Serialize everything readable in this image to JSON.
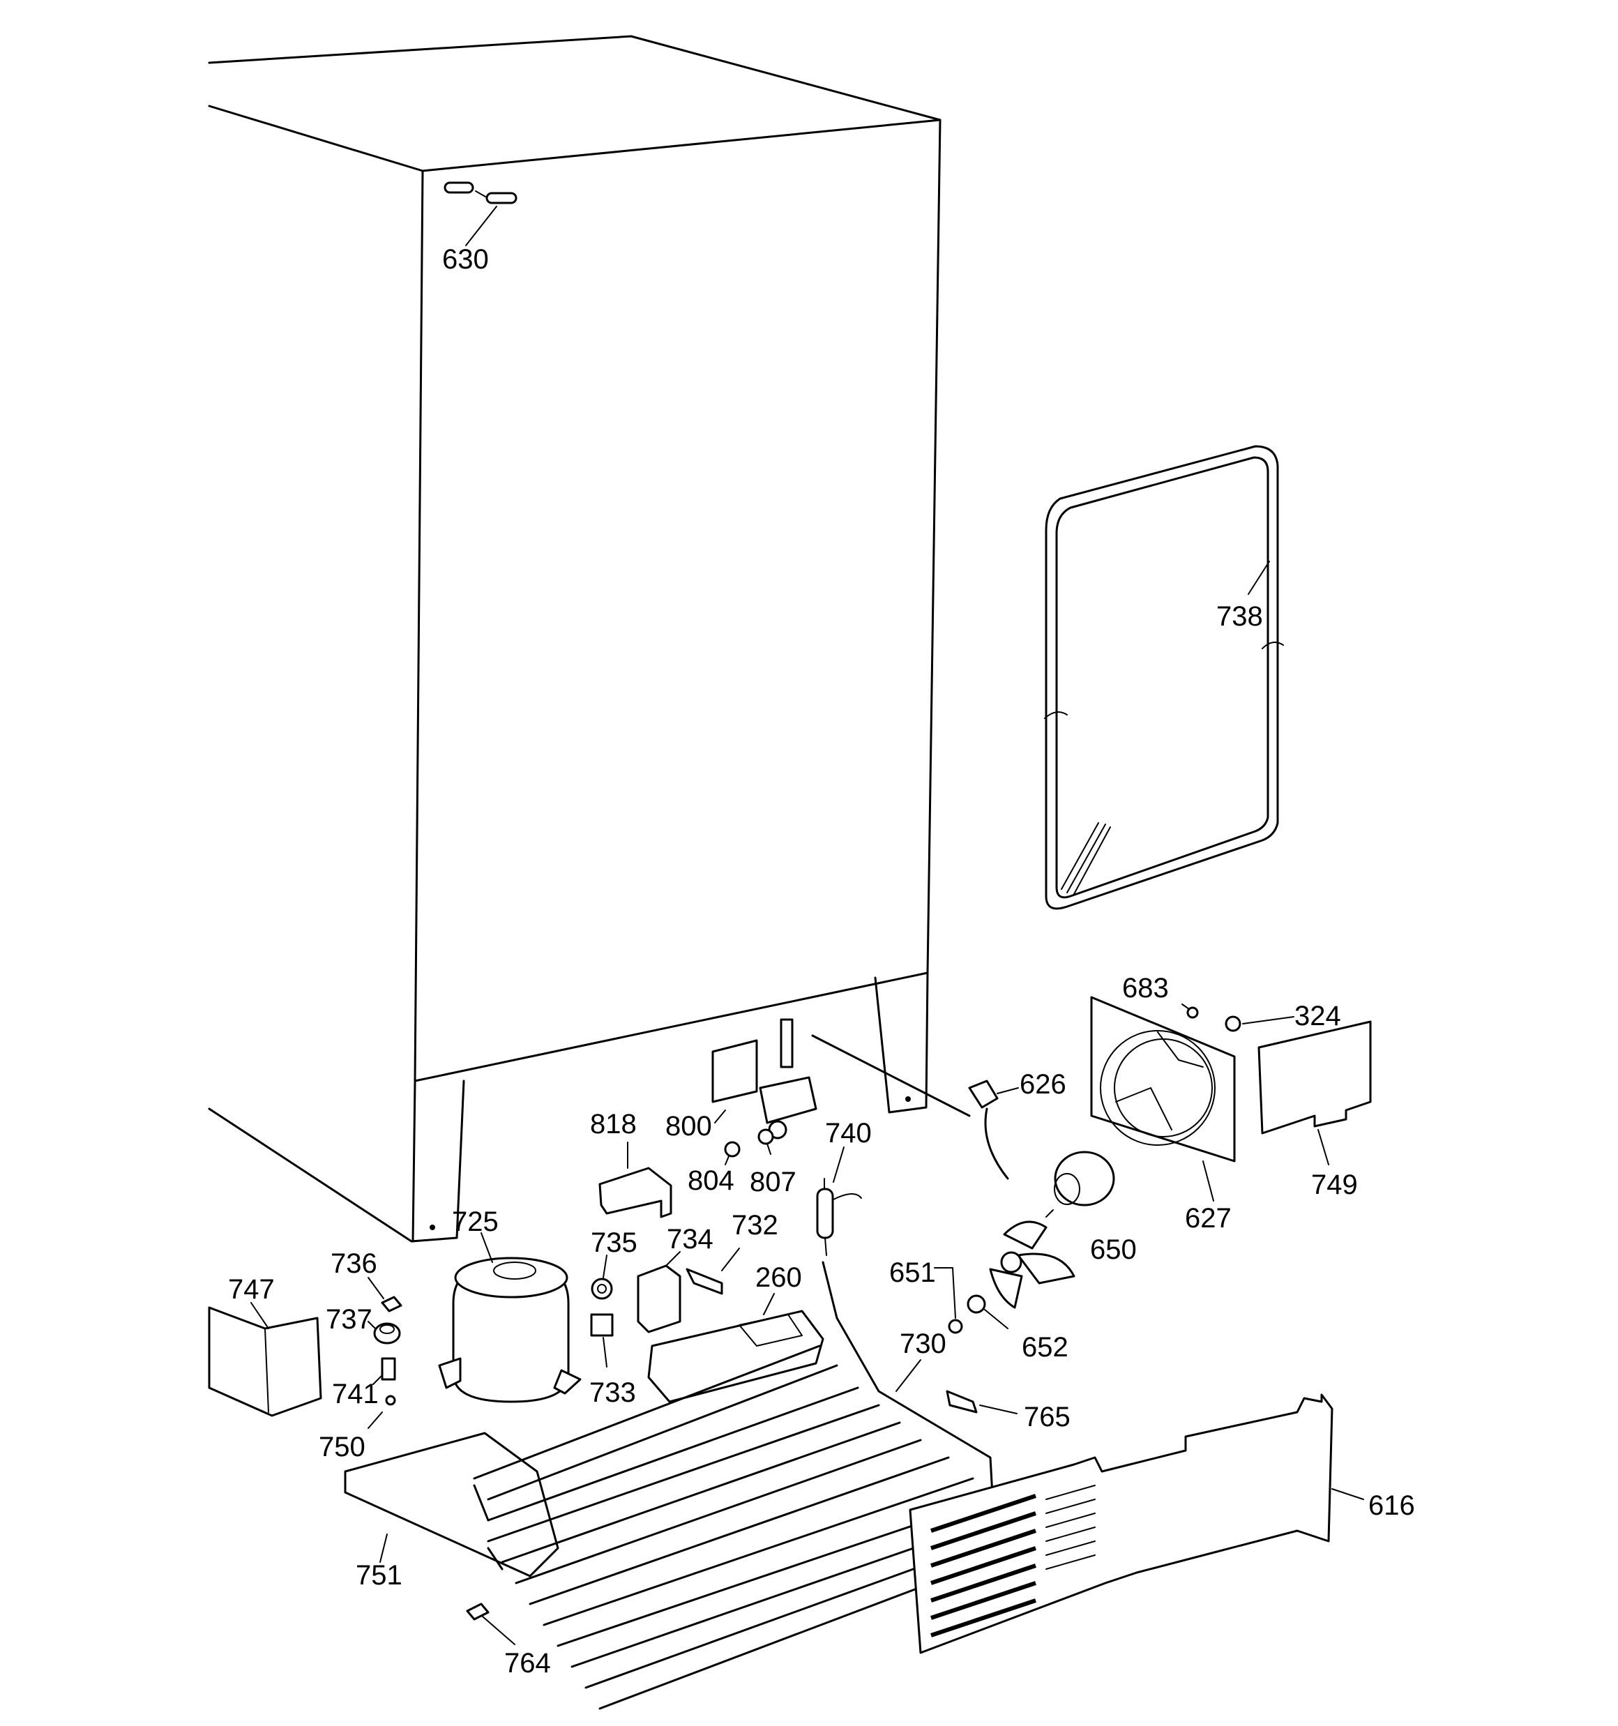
{
  "labels": {
    "p630": "630",
    "p738": "738",
    "p683": "683",
    "p324": "324",
    "p626": "626",
    "p818": "818",
    "p800": "800",
    "p740": "740",
    "p804": "804",
    "p807": "807",
    "p627": "627",
    "p749": "749",
    "p725": "725",
    "p735": "735",
    "p734": "734",
    "p732": "732",
    "p650": "650",
    "p736": "736",
    "p747": "747",
    "p651": "651",
    "p260": "260",
    "p737": "737",
    "p652": "652",
    "p730": "730",
    "p741": "741",
    "p733": "733",
    "p765": "765",
    "p750": "750",
    "p616": "616",
    "p751": "751",
    "p764": "764"
  }
}
